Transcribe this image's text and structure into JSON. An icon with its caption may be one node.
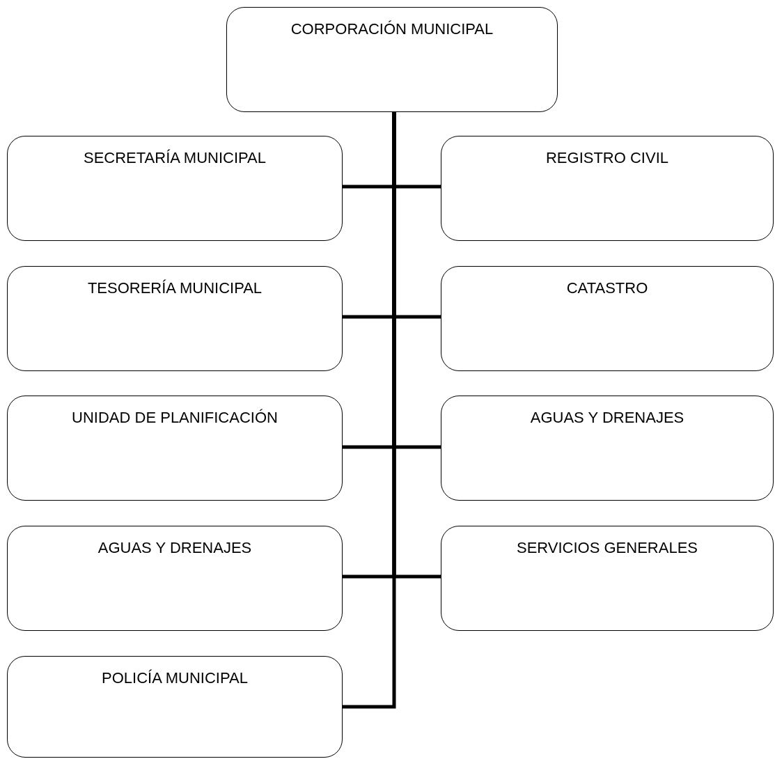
{
  "diagram": {
    "nodes": [
      {
        "text": [
          "CORPORACIÓN MUNICIPAL"
        ]
      },
      {
        "text": [
          "SECRETARÍA MUNICIPAL"
        ]
      },
      {
        "text": [
          "REGISTRO CIVIL"
        ]
      },
      {
        "text": [
          "TESORERÍA MUNICIPAL"
        ]
      },
      {
        "text": [
          "CATASTRO"
        ]
      },
      {
        "text": [
          "UNIDAD DE PLANIFICACIÓN"
        ]
      },
      {
        "text": [
          "AGUAS Y DRENAJES"
        ]
      },
      {
        "text": [
          "AGUAS Y DRENAJES"
        ]
      },
      {
        "text": [
          "SERVICIOS GENERALES"
        ]
      },
      {
        "text": [
          "POLICÍA MUNICIPAL"
        ]
      }
    ],
    "edges": [
      {
        "from": 0,
        "to": 1,
        "arrow": "none"
      },
      {
        "from": 0,
        "to": 2,
        "arrow": "none"
      },
      {
        "from": 0,
        "to": 3,
        "arrow": "none"
      },
      {
        "from": 0,
        "to": 4,
        "arrow": "none"
      },
      {
        "from": 0,
        "to": 5,
        "arrow": "none"
      },
      {
        "from": 0,
        "to": 6,
        "arrow": "none"
      },
      {
        "from": 0,
        "to": 7,
        "arrow": "none"
      },
      {
        "from": 0,
        "to": 8,
        "arrow": "none"
      },
      {
        "from": 0,
        "to": 9,
        "arrow": "none"
      }
    ]
  }
}
